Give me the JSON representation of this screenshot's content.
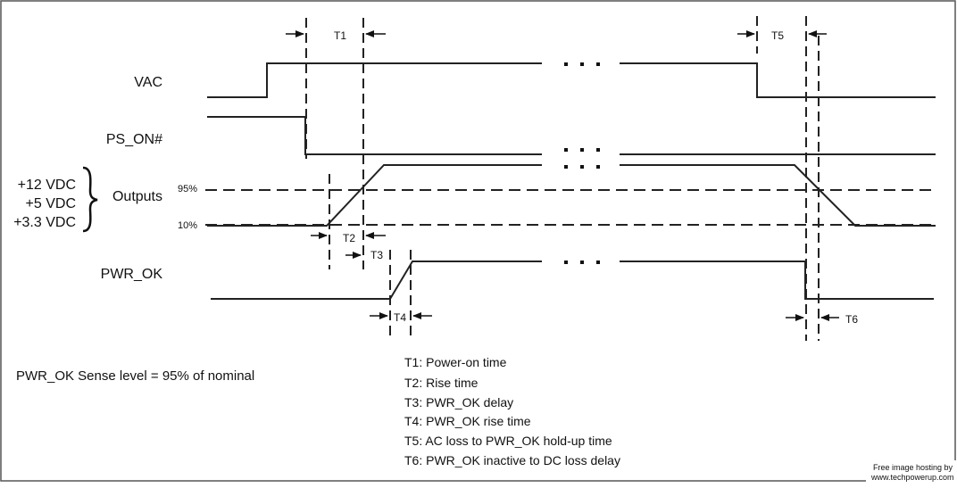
{
  "signals": {
    "vac": "VAC",
    "ps_on": "PS_ON#",
    "outputs": "Outputs",
    "pwr_ok": "PWR_OK"
  },
  "rails": [
    "+12 VDC",
    "+5 VDC",
    "+3.3 VDC"
  ],
  "levels": {
    "high": "95%",
    "low": "10%"
  },
  "timing_labels": {
    "t1": "T1",
    "t2": "T2",
    "t3": "T3",
    "t4": "T4",
    "t5": "T5",
    "t6": "T6"
  },
  "note": "PWR_OK Sense level = 95% of nominal",
  "legend": [
    "T1: Power-on time",
    "T2: Rise time",
    "T3: PWR_OK delay",
    "T4: PWR_OK rise time",
    "T5: AC loss to PWR_OK hold-up time",
    "T6: PWR_OK inactive to DC loss delay"
  ],
  "credit": [
    "Free image hosting by",
    "www.techpowerup.com"
  ]
}
